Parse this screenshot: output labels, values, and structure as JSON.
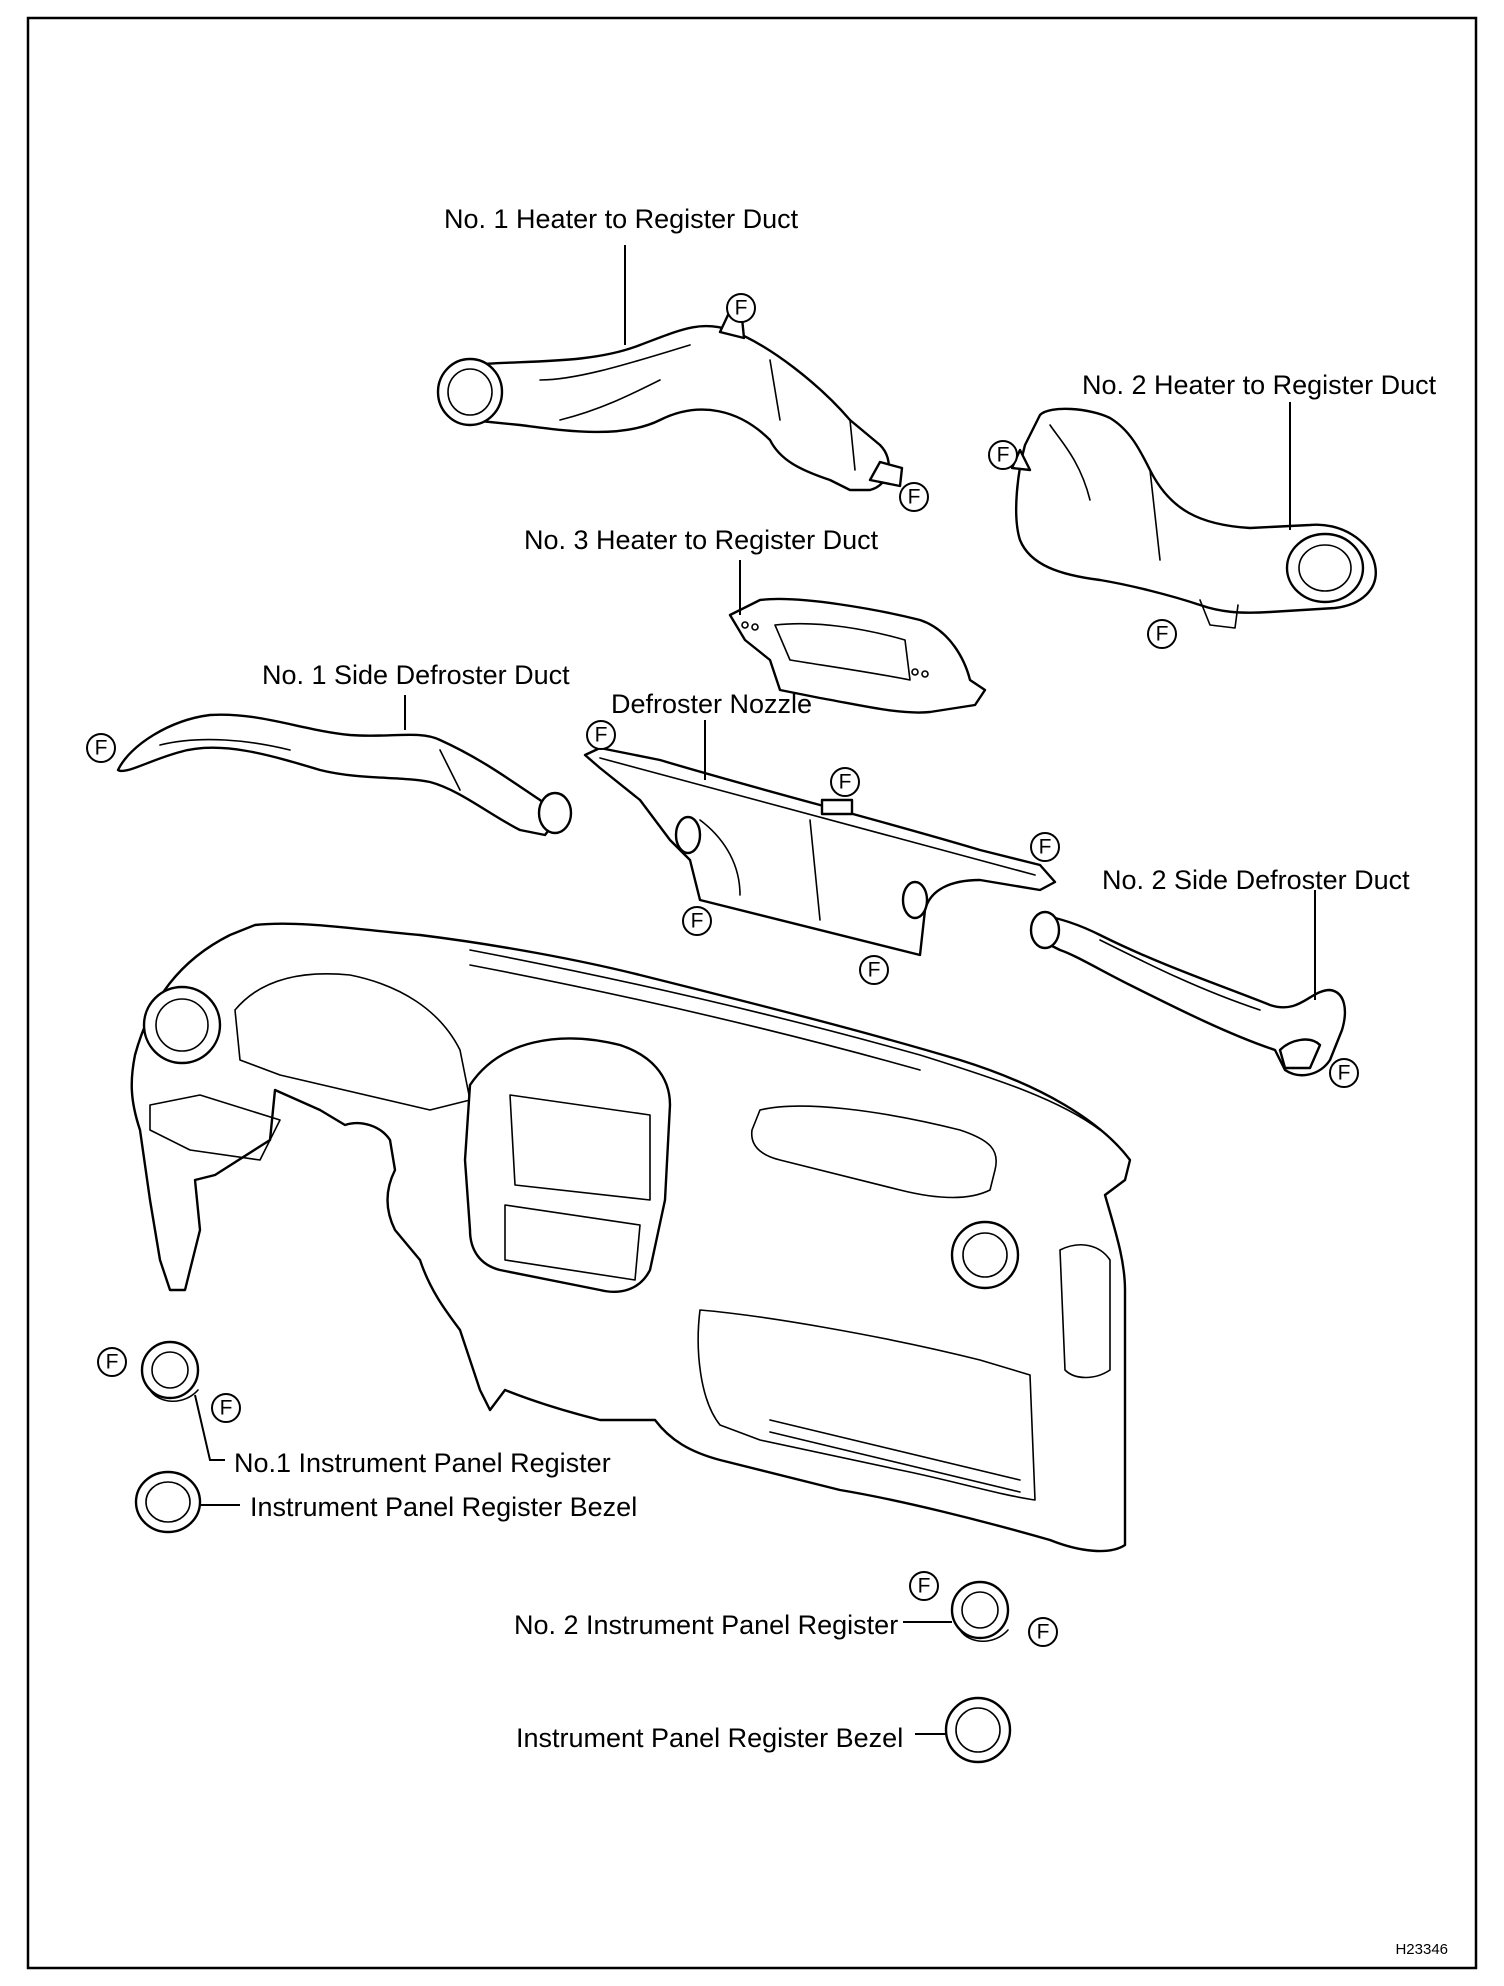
{
  "labels": {
    "heater_duct_1": "No. 1 Heater to Register Duct",
    "heater_duct_2": "No. 2 Heater to Register Duct",
    "heater_duct_3": "No. 3 Heater to Register Duct",
    "side_defroster_1": "No. 1 Side Defroster Duct",
    "defroster_nozzle": "Defroster Nozzle",
    "side_defroster_2": "No. 2 Side Defroster Duct",
    "register_1": "No.1 Instrument Panel Register",
    "bezel_1": "Instrument Panel Register Bezel",
    "register_2": "No. 2 Instrument Panel Register",
    "bezel_2": "Instrument Panel Register Bezel"
  },
  "fastener_marker": "F",
  "figure_code": "H23346"
}
